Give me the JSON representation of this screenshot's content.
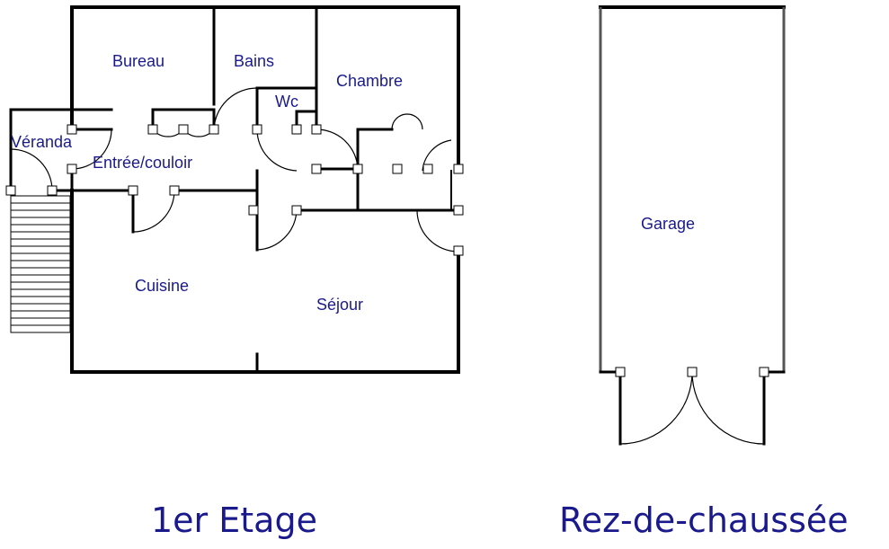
{
  "rooms_first_floor": {
    "bureau": "Bureau",
    "bains": "Bains",
    "wc": "Wc",
    "chambre": "Chambre",
    "veranda": "Véranda",
    "entree": "Entrée/couloir",
    "cuisine": "Cuisine",
    "sejour": "Séjour"
  },
  "rooms_ground_floor": {
    "garage": "Garage"
  },
  "titles": {
    "first_floor": "1er Etage",
    "ground_floor": "Rez-de-chaussée"
  },
  "colors": {
    "label": "#1a1a8c",
    "wall": "#000000"
  }
}
